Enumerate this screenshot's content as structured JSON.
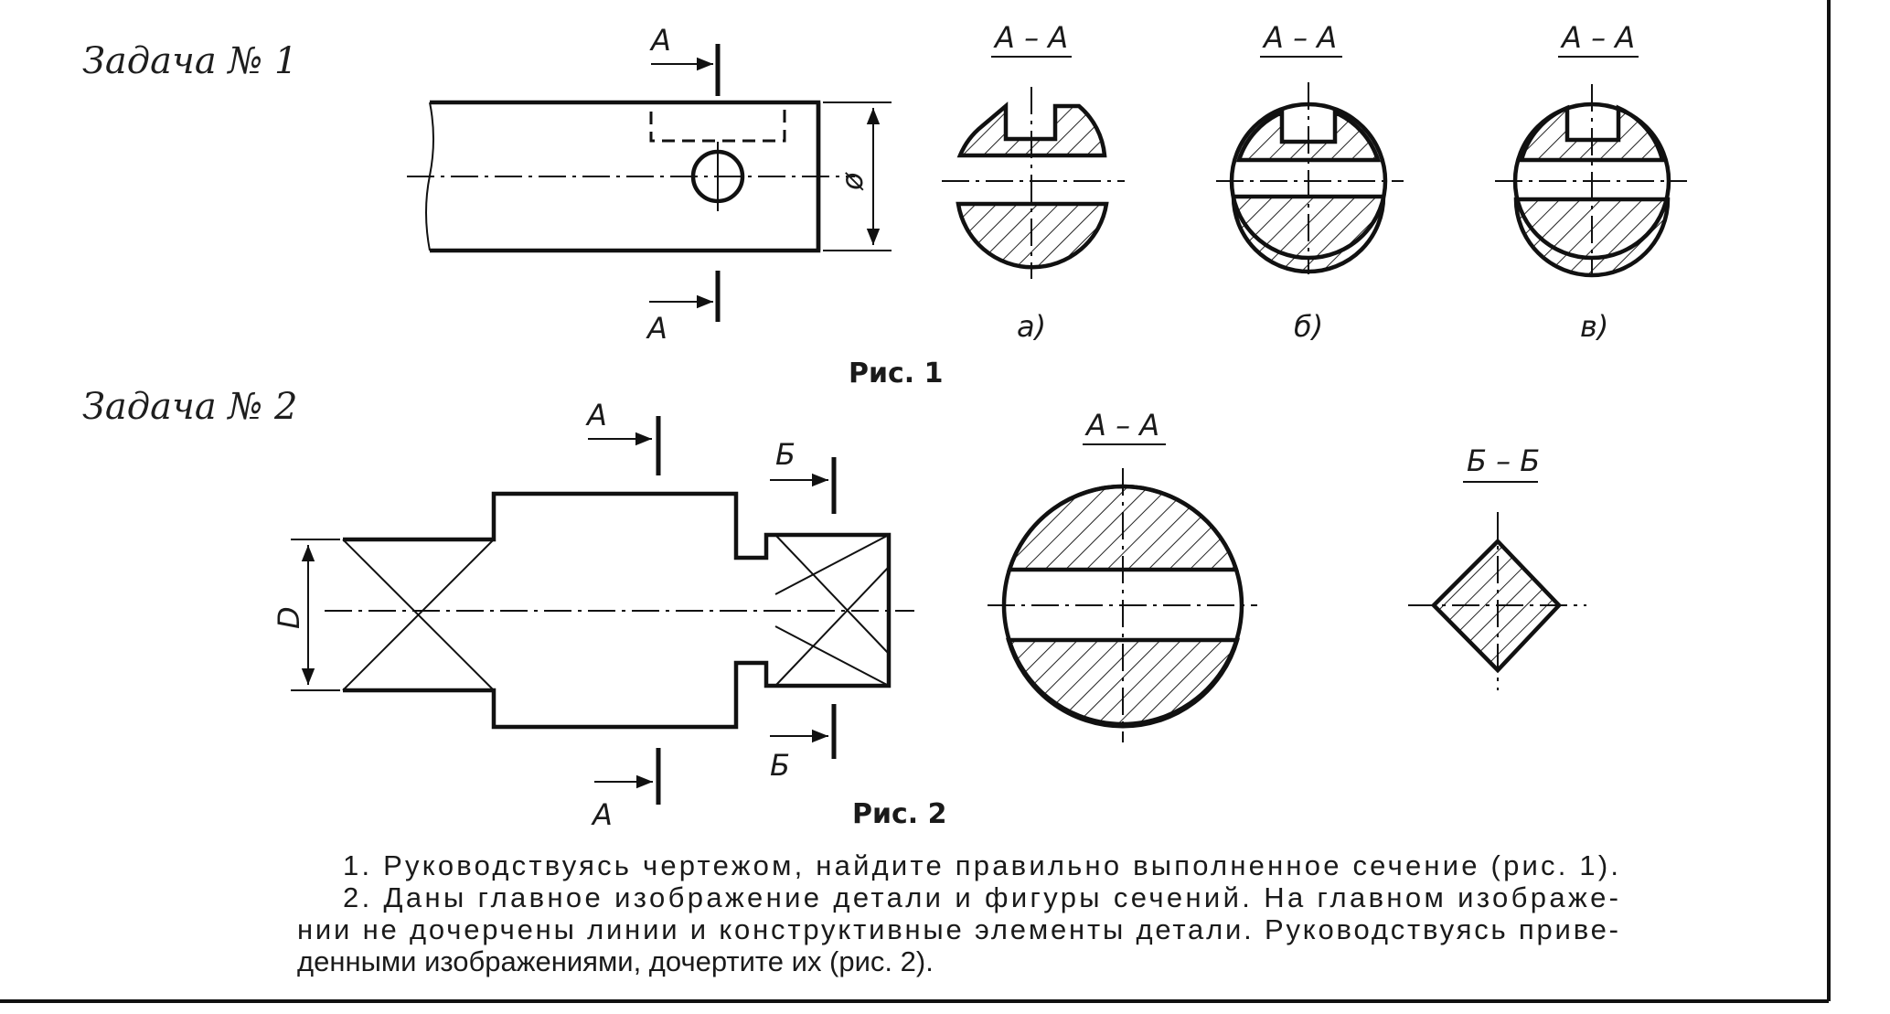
{
  "task1": {
    "title": "Задача № 1",
    "section_labels": [
      "А",
      "А"
    ],
    "dimension_label": "ø",
    "sections": [
      {
        "title": "А – А",
        "label": "а)"
      },
      {
        "title": "А – А",
        "label": "б)"
      },
      {
        "title": "А – А",
        "label": "в)"
      }
    ],
    "caption": "Рис. 1"
  },
  "task2": {
    "title": "Задача № 2",
    "section_labels_a": [
      "А",
      "А"
    ],
    "section_labels_b": [
      "Б",
      "Б"
    ],
    "dimension_label": "D",
    "sections": [
      {
        "title": "А – А"
      },
      {
        "title": "Б – Б"
      }
    ],
    "caption": "Рис. 2"
  },
  "instructions": [
    "1. Руководствуясь чертежом, найдите правильно выполненное сечение (рис. 1).",
    "2. Даны главное изображение детали и фигуры сечений. На главном изображе-",
    "нии не дочерчены линии и конструктивные элементы детали. Руководствуясь приве-",
    "денными изображениями, дочертите их (рис. 2)."
  ]
}
